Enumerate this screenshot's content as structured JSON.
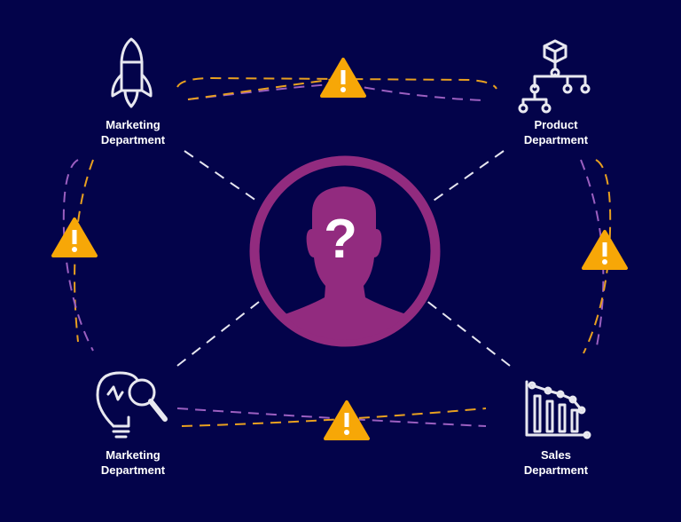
{
  "nodes": [
    {
      "line1": "Marketing",
      "line2": "Department",
      "icon": "rocket-icon"
    },
    {
      "line1": "Product",
      "line2": "Department",
      "icon": "hierarchy-icon"
    },
    {
      "line1": "Marketing",
      "line2": "Department",
      "icon": "lightbulb-search-icon"
    },
    {
      "line1": "Sales",
      "line2": "Department",
      "icon": "declining-bar-chart-icon"
    }
  ],
  "center": {
    "icon": "unknown-person-icon",
    "symbol": "?"
  },
  "warnings": {
    "symbol": "!",
    "count": 4
  },
  "colors": {
    "background": "#03034a",
    "accent_purple": "#922b7f",
    "warning": "#f7a707",
    "dash_orange": "#e8a020",
    "dash_purple": "#9b5fc0"
  }
}
